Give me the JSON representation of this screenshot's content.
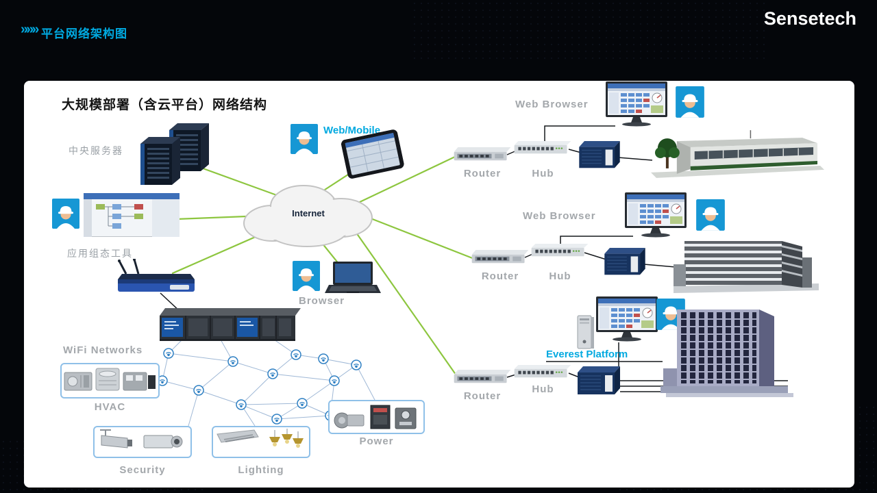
{
  "header": {
    "chevrons": "»»»",
    "title": "平台网络架构图",
    "logo": "Sensetech"
  },
  "panel": {
    "title": "大规模部署（含云平台）网络结构"
  },
  "cloud": {
    "label": "Internet"
  },
  "left": {
    "central_server_label": "中央服务器",
    "web_mobile_label": "Web/Mobile",
    "app_tool_label": "应用组态工具",
    "browser_label": "Browser",
    "wifi_label": "WiFi Networks",
    "boxes": {
      "hvac": "HVAC",
      "security": "Security",
      "lighting": "Lighting",
      "power": "Power"
    }
  },
  "right": {
    "rows": [
      {
        "browser_label": "Web Browser",
        "router_label": "Router",
        "hub_label": "Hub"
      },
      {
        "browser_label": "Web Browser",
        "router_label": "Router",
        "hub_label": "Hub"
      },
      {
        "platform_label": "Everest Platform",
        "router_label": "Router",
        "hub_label": "Hub"
      }
    ]
  },
  "icons": {
    "chevrons": "triple-chevron-icon",
    "worker": "engineer-avatar-icon",
    "cloud": "internet-cloud-icon",
    "server": "server-stack-icon",
    "tablet": "tablet-icon",
    "app_window": "scada-app-window-icon",
    "wireless_router": "wireless-router-icon",
    "laptop": "laptop-icon",
    "controller": "plc-controller-icon",
    "mesh_node": "wifi-node-icon",
    "monitor": "monitor-screenshot-icon",
    "router": "router-device-icon",
    "hub": "hub-device-icon",
    "gateway": "gateway-device-icon",
    "tower_pc": "tower-pc-icon",
    "building": "building-icon"
  },
  "colors": {
    "accent": "#00a9e0",
    "label_gray": "#a3a7ab",
    "line_green": "#8dc63f",
    "slide_bg": "#04060a",
    "panel_bg": "#ffffff"
  }
}
